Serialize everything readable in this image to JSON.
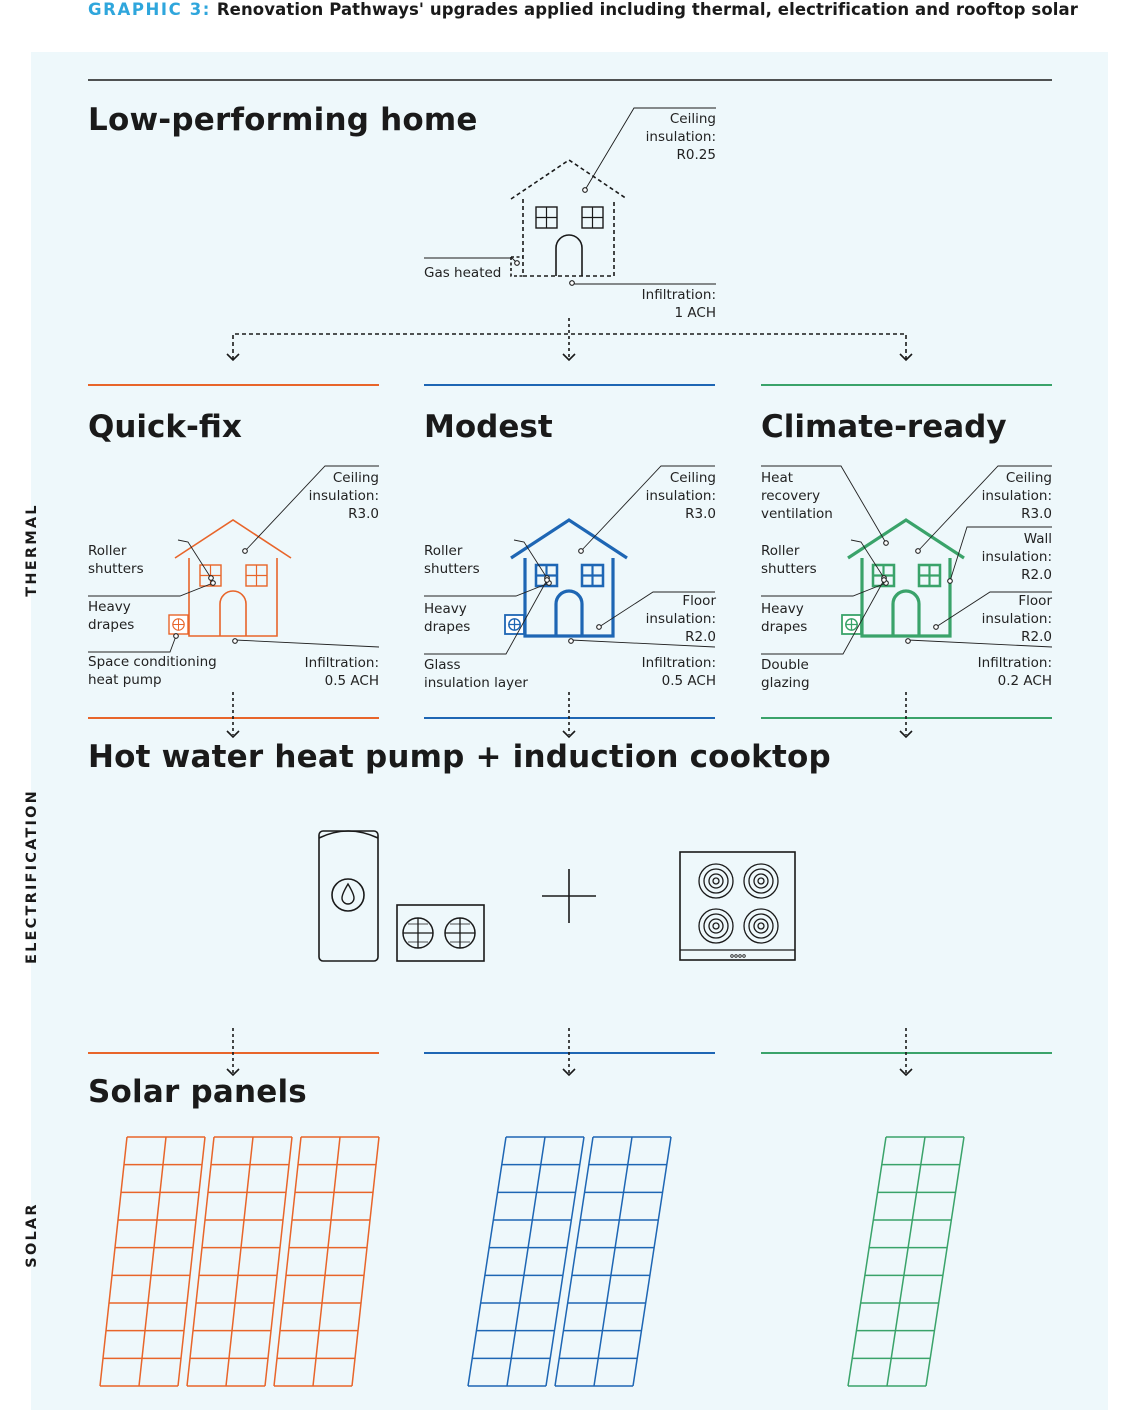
{
  "header": {
    "label": "GRAPHIC 3:",
    "title": "Renovation Pathways' upgrades applied including thermal, electrification and rooftop solar"
  },
  "side_labels": {
    "thermal": "THERMAL",
    "electrification": "ELECTRIFICATION",
    "solar": "SOLAR"
  },
  "base_home": {
    "title": "Low-performing home",
    "ceiling": "Ceiling\ninsulation:\nR0.25",
    "gas": "Gas heated",
    "infiltration": "Infiltration:\n1 ACH"
  },
  "tiers": [
    {
      "name": "Quick-fix",
      "color": "#e8652a",
      "ceiling": "Ceiling\ninsulation:\nR3.0",
      "roller": "Roller\nshutters",
      "drapes": "Heavy\ndrapes",
      "bottom_left": "Space conditioning\nheat pump",
      "infiltration": "Infiltration:\n0.5 ACH"
    },
    {
      "name": "Modest",
      "color": "#1e66b4",
      "ceiling": "Ceiling\ninsulation:\nR3.0",
      "roller": "Roller\nshutters",
      "drapes": "Heavy\ndrapes",
      "floor": "Floor\ninsulation:\nR2.0",
      "bottom_left": "Glass\ninsulation layer",
      "infiltration": "Infiltration:\n0.5 ACH"
    },
    {
      "name": "Climate-ready",
      "color": "#3aa36a",
      "hrv": "Heat\nrecovery\nventilation",
      "ceiling": "Ceiling\ninsulation:\nR3.0",
      "wall": "Wall\ninsulation:\nR2.0",
      "roller": "Roller\nshutters",
      "drapes": "Heavy\ndrapes",
      "floor": "Floor\ninsulation:\nR2.0",
      "bottom_left": "Double\nglazing",
      "infiltration": "Infiltration:\n0.2 ACH"
    }
  ],
  "electrification": {
    "title": "Hot water heat pump + induction cooktop"
  },
  "solar": {
    "title": "Solar panels",
    "panel_counts": [
      3,
      2,
      1
    ]
  }
}
